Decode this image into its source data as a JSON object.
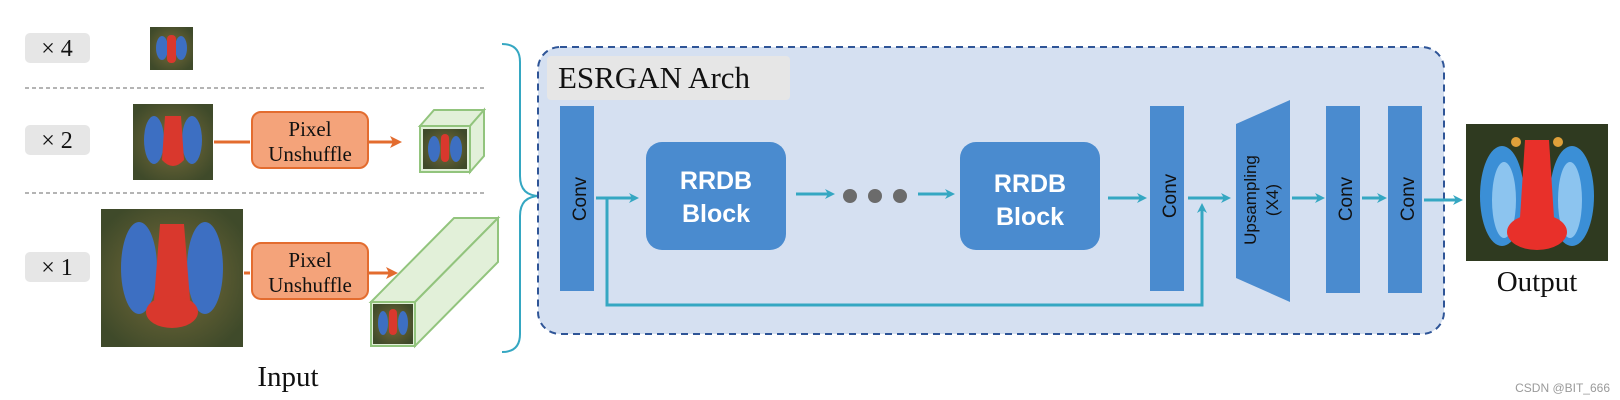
{
  "scale_labels": [
    "× 4",
    "× 2",
    "× 1"
  ],
  "pixel_unshuffle": {
    "line1": "Pixel",
    "line2": "Unshuffle"
  },
  "input_label": "Input",
  "output_label": "Output",
  "arch_title": "ESRGAN Arch",
  "conv_label": "Conv",
  "rrdb": {
    "line1": "RRDB",
    "line2": "Block"
  },
  "upsampling": {
    "line1": "Upsampling",
    "line2": "(X4)"
  },
  "watermark": "CSDN @BIT_666",
  "colors": {
    "arch_bg": "#d5e0f1",
    "arch_border": "#2f5597",
    "block_blue": "#4a8bcf",
    "arrow_cyan": "#35a7c2",
    "pixel_orange": "#f4a37a",
    "pixel_orange_border": "#e36c2f",
    "cube_green": "#e2f0d9",
    "cube_green_border": "#92c47d",
    "scale_tag_bg": "#e6e6e6"
  }
}
